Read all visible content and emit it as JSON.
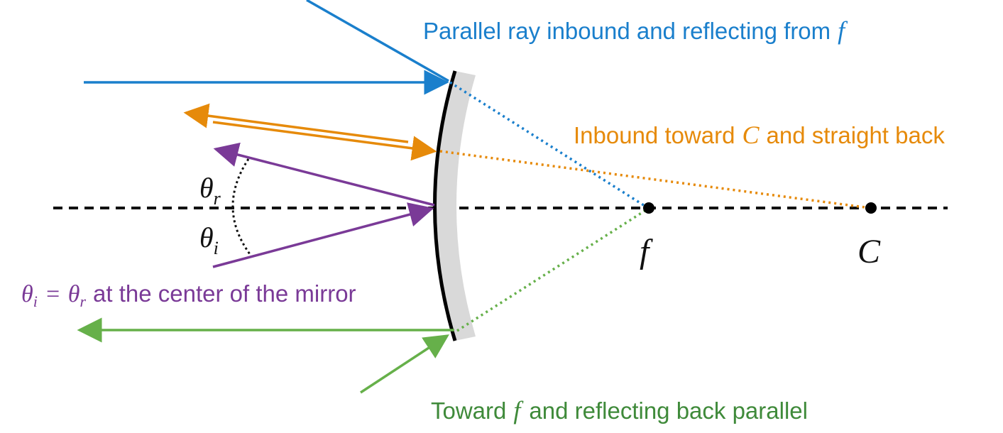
{
  "diagram": {
    "title": "Concave mirror ray diagram",
    "colors": {
      "blue": "#1a7fcc",
      "orange": "#e68a0a",
      "purple": "#7a3a97",
      "green": "#66b04a",
      "greenText": "#3f8a3a",
      "axis": "#111111",
      "mirror": "#000000",
      "mirrorBack": "#d9d9d9"
    },
    "labels": {
      "blue_text": "Parallel ray inbound and reflecting from",
      "blue_var": "f",
      "orange_pre": "Inbound toward",
      "orange_var": "C",
      "orange_post": "and straight back",
      "green_pre": "Toward",
      "green_var": "f",
      "green_post": "and reflecting back parallel",
      "equation_theta1": "θ",
      "equation_sub1": "i",
      "equation_eq": "=",
      "equation_theta2": "θ",
      "equation_sub2": "r",
      "purple_text": "at the center of the mirror",
      "theta_r_main": "θ",
      "theta_r_sub": "r",
      "theta_i_main": "θ",
      "theta_i_sub": "i",
      "focal_point": "f",
      "center_point": "C"
    }
  }
}
